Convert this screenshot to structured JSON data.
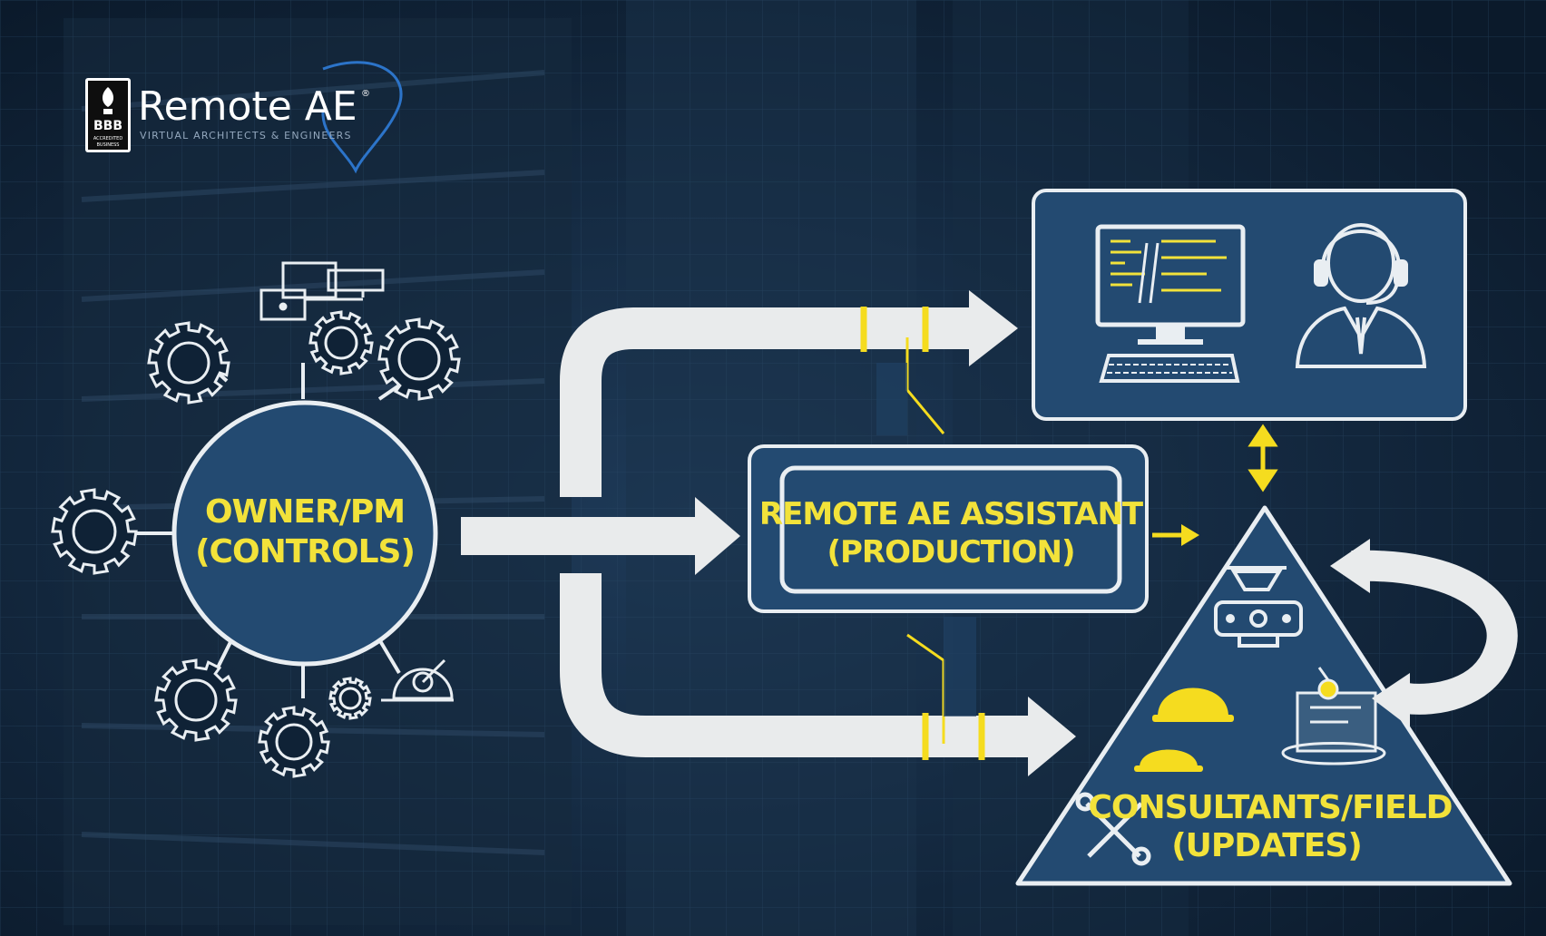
{
  "logo": {
    "badge": "BBB",
    "badge_sub1": "ACCREDITED",
    "badge_sub2": "BUSINESS",
    "title": "Remote AE",
    "trademark": "®",
    "subtitle": "VIRTUAL ARCHITECTS & ENGINEERS"
  },
  "nodes": {
    "owner": {
      "line1": "OWNER/PM",
      "line2": "(CONTROLS)"
    },
    "assistant": {
      "line1": "REMOTE AE ASSISTANT",
      "line2": "(PRODUCTION)"
    },
    "consultants": {
      "line1": "CONSULTANTS/FIELD",
      "line2": "(UPDATES)"
    }
  },
  "colors": {
    "background": "#0f2236",
    "panel_fill": "#234a71",
    "panel_stroke": "#e9eef2",
    "label_yellow": "#f2e23a",
    "arrow_white": "#e9ebec",
    "accent_yellow": "#f5dc1f"
  },
  "icons": [
    "gear-icon",
    "devices-icon",
    "gauge-icon",
    "computer-icon",
    "headset-agent-icon",
    "drone-camera-icon",
    "hard-hat-icon",
    "blueprint-icon",
    "tools-icon"
  ]
}
